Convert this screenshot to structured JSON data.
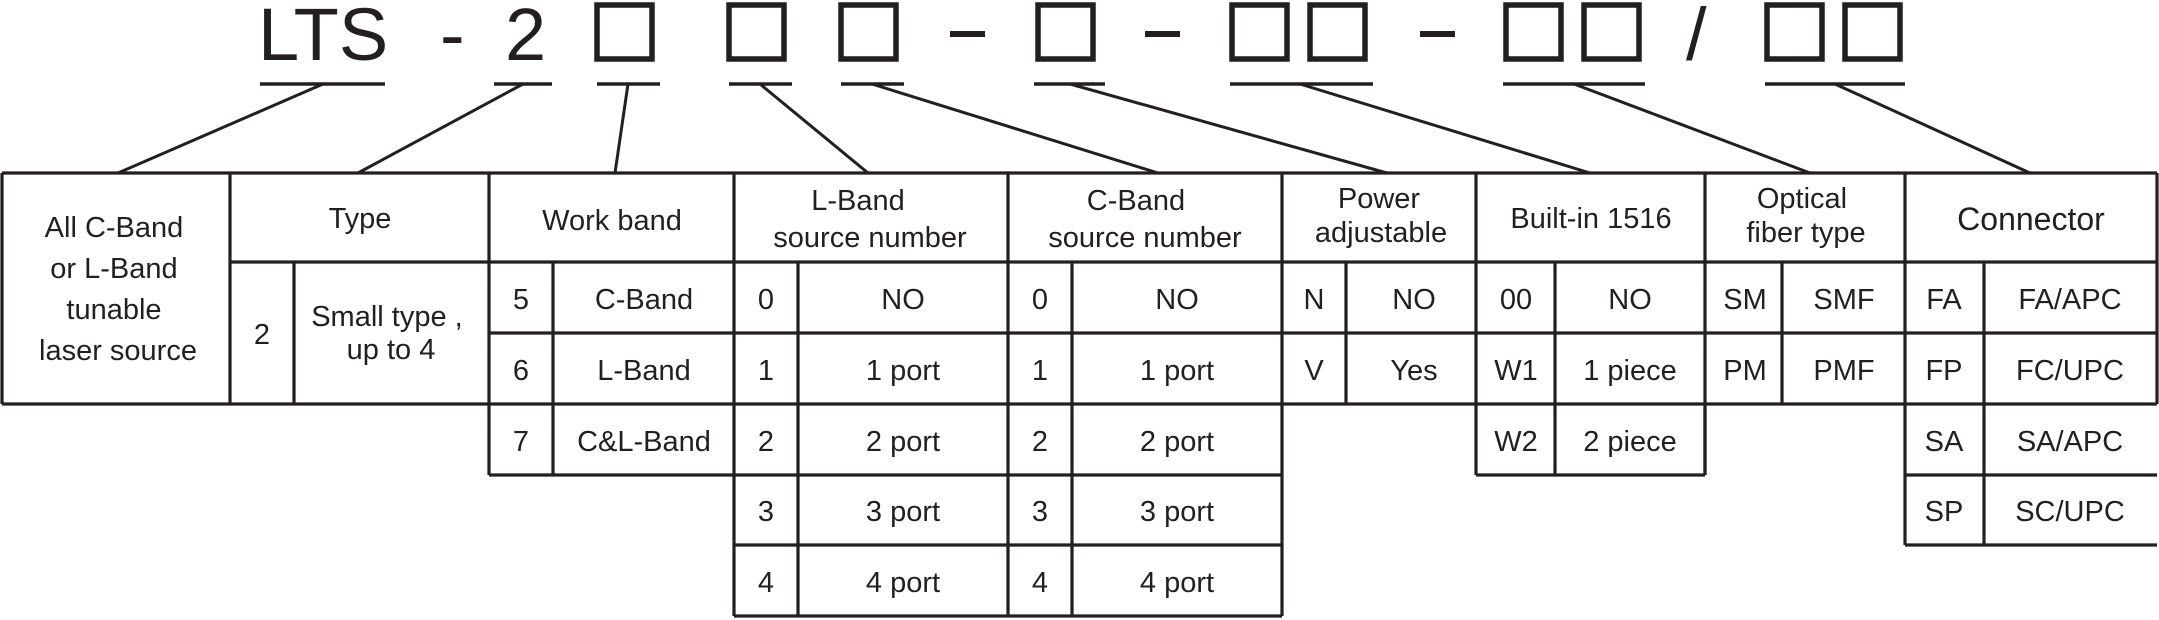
{
  "code": {
    "prefix": "LTS",
    "sep1": "-",
    "type_digit": "2",
    "slash": "/"
  },
  "columns": [
    {
      "header": "All C-Band or L-Band tunable laser source"
    },
    {
      "header": "Type",
      "rows": [
        {
          "code": "2",
          "desc": "Small type , up to 4 ports"
        }
      ]
    },
    {
      "header": "Work band",
      "rows": [
        {
          "code": "5",
          "desc": "C-Band"
        },
        {
          "code": "6",
          "desc": "L-Band"
        },
        {
          "code": "7",
          "desc": "C&L-Band"
        }
      ]
    },
    {
      "header": "L-Band source number",
      "rows": [
        {
          "code": "0",
          "desc": "NO"
        },
        {
          "code": "1",
          "desc": "1 port"
        },
        {
          "code": "2",
          "desc": "2 port"
        },
        {
          "code": "3",
          "desc": "3 port"
        },
        {
          "code": "4",
          "desc": "4 port"
        }
      ]
    },
    {
      "header": "C-Band source number",
      "rows": [
        {
          "code": "0",
          "desc": "NO"
        },
        {
          "code": "1",
          "desc": "1 port"
        },
        {
          "code": "2",
          "desc": "2 port"
        },
        {
          "code": "3",
          "desc": "3 port"
        },
        {
          "code": "4",
          "desc": "4 port"
        }
      ]
    },
    {
      "header": "Power adjustable",
      "rows": [
        {
          "code": "N",
          "desc": "NO"
        },
        {
          "code": "V",
          "desc": "Yes"
        }
      ]
    },
    {
      "header": "Built-in 1516",
      "rows": [
        {
          "code": "00",
          "desc": "NO"
        },
        {
          "code": "W1",
          "desc": "1 piece"
        },
        {
          "code": "W2",
          "desc": "2 piece"
        }
      ]
    },
    {
      "header": "Optical fiber type",
      "rows": [
        {
          "code": "SM",
          "desc": "SMF"
        },
        {
          "code": "PM",
          "desc": "PMF"
        }
      ]
    },
    {
      "header": "Connector",
      "rows": [
        {
          "code": "FA",
          "desc": "FA/APC"
        },
        {
          "code": "FP",
          "desc": "FC/UPC"
        },
        {
          "code": "SA",
          "desc": "SA/APC"
        },
        {
          "code": "SP",
          "desc": "SC/UPC"
        }
      ]
    }
  ]
}
